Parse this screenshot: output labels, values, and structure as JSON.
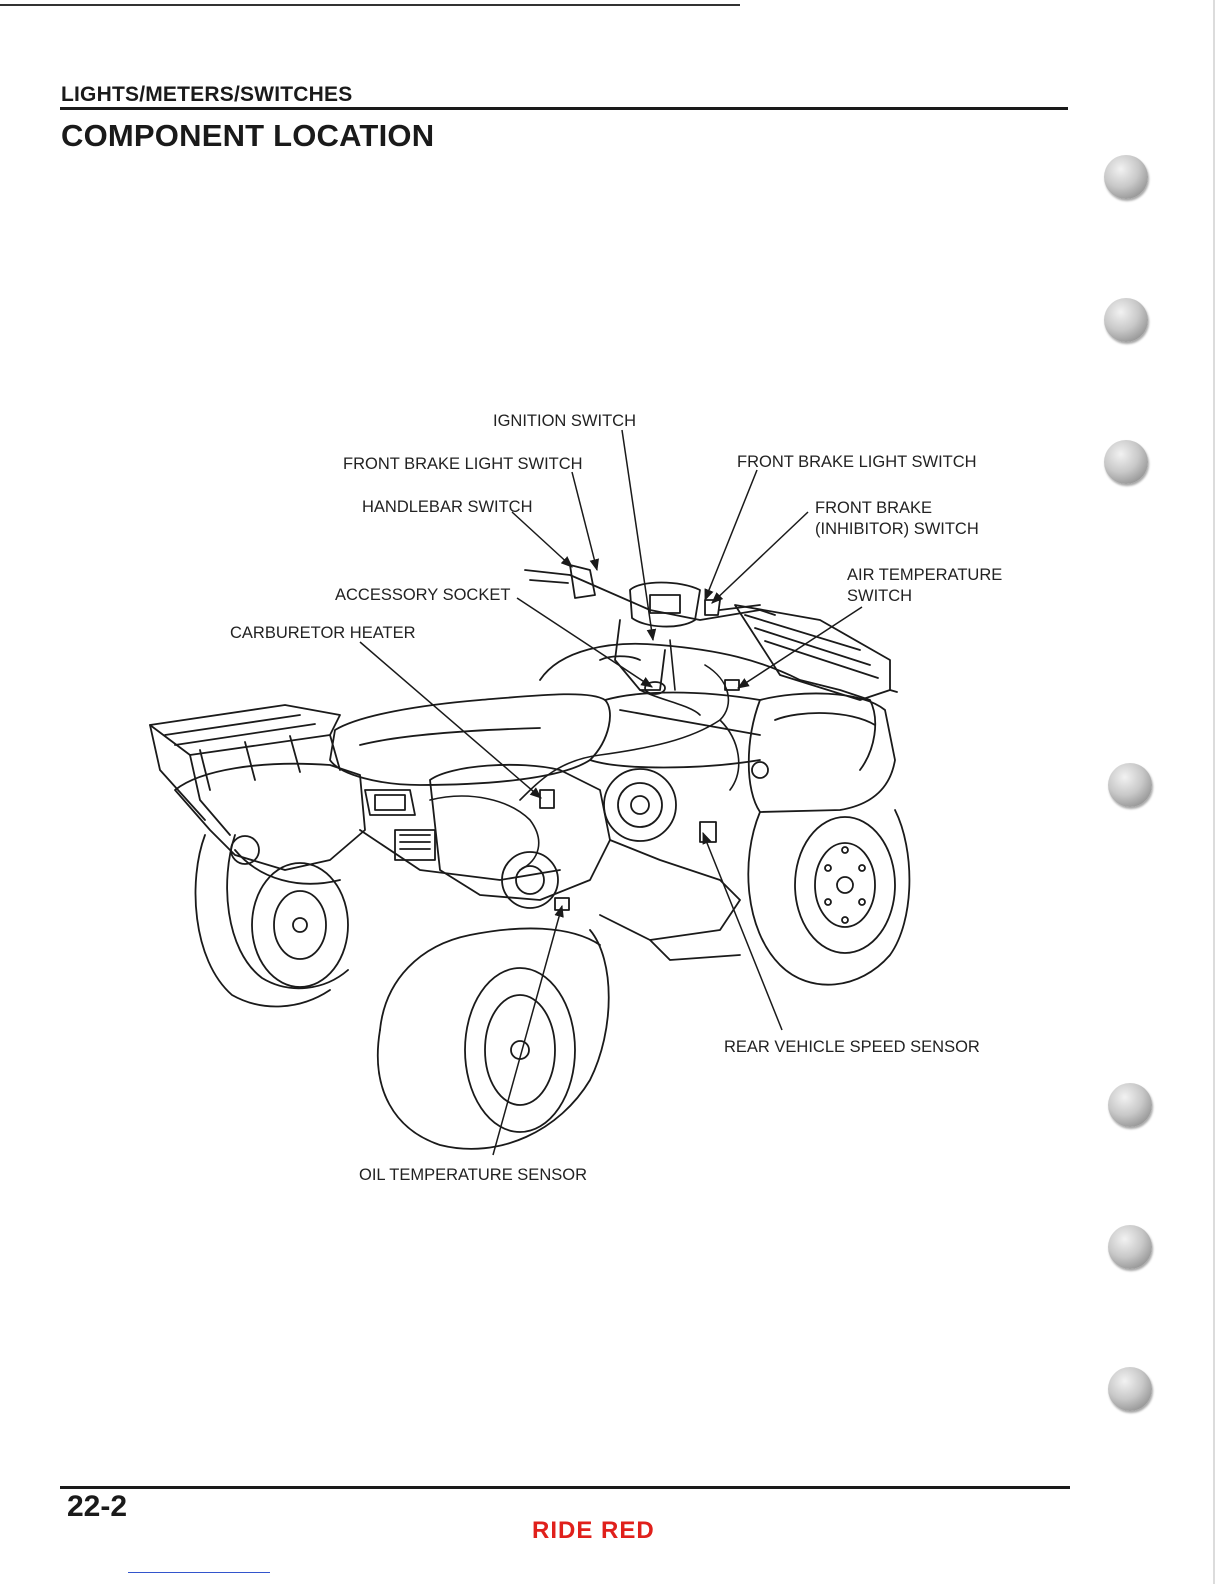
{
  "header": {
    "section": "LIGHTS/METERS/SWITCHES",
    "title": "COMPONENT LOCATION"
  },
  "diagram": {
    "labels": {
      "ignition_switch": "IGNITION SWITCH",
      "front_brake_light_switch_left": "FRONT BRAKE LIGHT SWITCH",
      "front_brake_light_switch_right": "FRONT BRAKE LIGHT SWITCH",
      "handlebar_switch": "HANDLEBAR SWITCH",
      "front_brake_inhibitor_line1": "FRONT BRAKE",
      "front_brake_inhibitor_line2": "(INHIBITOR) SWITCH",
      "air_temp_line1": "AIR TEMPERATURE",
      "air_temp_line2": "SWITCH",
      "accessory_socket": "ACCESSORY SOCKET",
      "carburetor_heater": "CARBURETOR HEATER",
      "rear_vehicle_speed_sensor": "REAR VEHICLE SPEED SENSOR",
      "oil_temperature_sensor": "OIL TEMPERATURE SENSOR"
    }
  },
  "footer": {
    "page_number": "22-2",
    "brand": "RIDE RED",
    "brand_color": "#e0201b"
  }
}
